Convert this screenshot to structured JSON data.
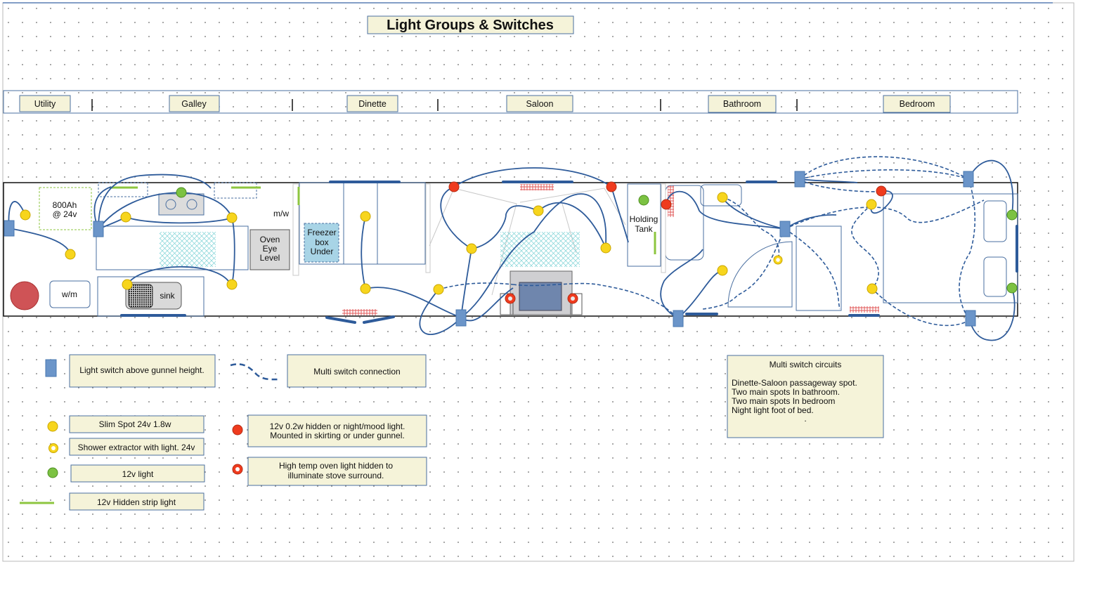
{
  "title": "Light Groups & Switches",
  "zones": [
    "Utility",
    "Galley",
    "Dinette",
    "Saloon",
    "Bathroom",
    "Bedroom"
  ],
  "fixtures": {
    "battery_line1": "800Ah",
    "battery_line2": "@ 24v",
    "microwave": "m/w",
    "oven_line1": "Oven",
    "oven_line2": "Eye",
    "oven_line3": "Level",
    "freezer_line1": "Freezer",
    "freezer_line2": "box",
    "freezer_line3": "Under",
    "holding_line1": "Holding",
    "holding_line2": "Tank",
    "washing_machine": "w/m",
    "sink": "sink"
  },
  "legend": {
    "switch": "Light switch above gunnel height.",
    "multi_switch": "Multi switch connection",
    "slim_spot": "Slim Spot 24v 1.8w",
    "shower_extractor": "Shower extractor with light. 24v",
    "light_12v": "12v light",
    "strip_light": "12v Hidden strip light",
    "mood_light_line1": "12v 0.2w hidden or night/mood light.",
    "mood_light_line2": "Mounted in skirting or under gunnel.",
    "oven_light_line1": "High temp oven light hidden to",
    "oven_light_line2": "illuminate stove surround."
  },
  "multi_switch_circuits": {
    "heading": "Multi switch circuits",
    "items": [
      "Dinette-Saloon passageway spot.",
      "Two main spots In bathroom.",
      "Two main spots In bedroom",
      "Night light foot of bed."
    ],
    "trailing": "."
  },
  "colors": {
    "wire": "#2e5b9a",
    "switch": "#6b95c9",
    "slim_spot": "#f7d51d",
    "mood_light": "#ef3b1e",
    "light_12v": "#7cc242",
    "strip_light": "#8dc63f",
    "washing_machine": "#cf5356",
    "label_fill": "#f5f3d9",
    "label_border": "#4a6fa0",
    "freezer": "#a8d4e6"
  }
}
